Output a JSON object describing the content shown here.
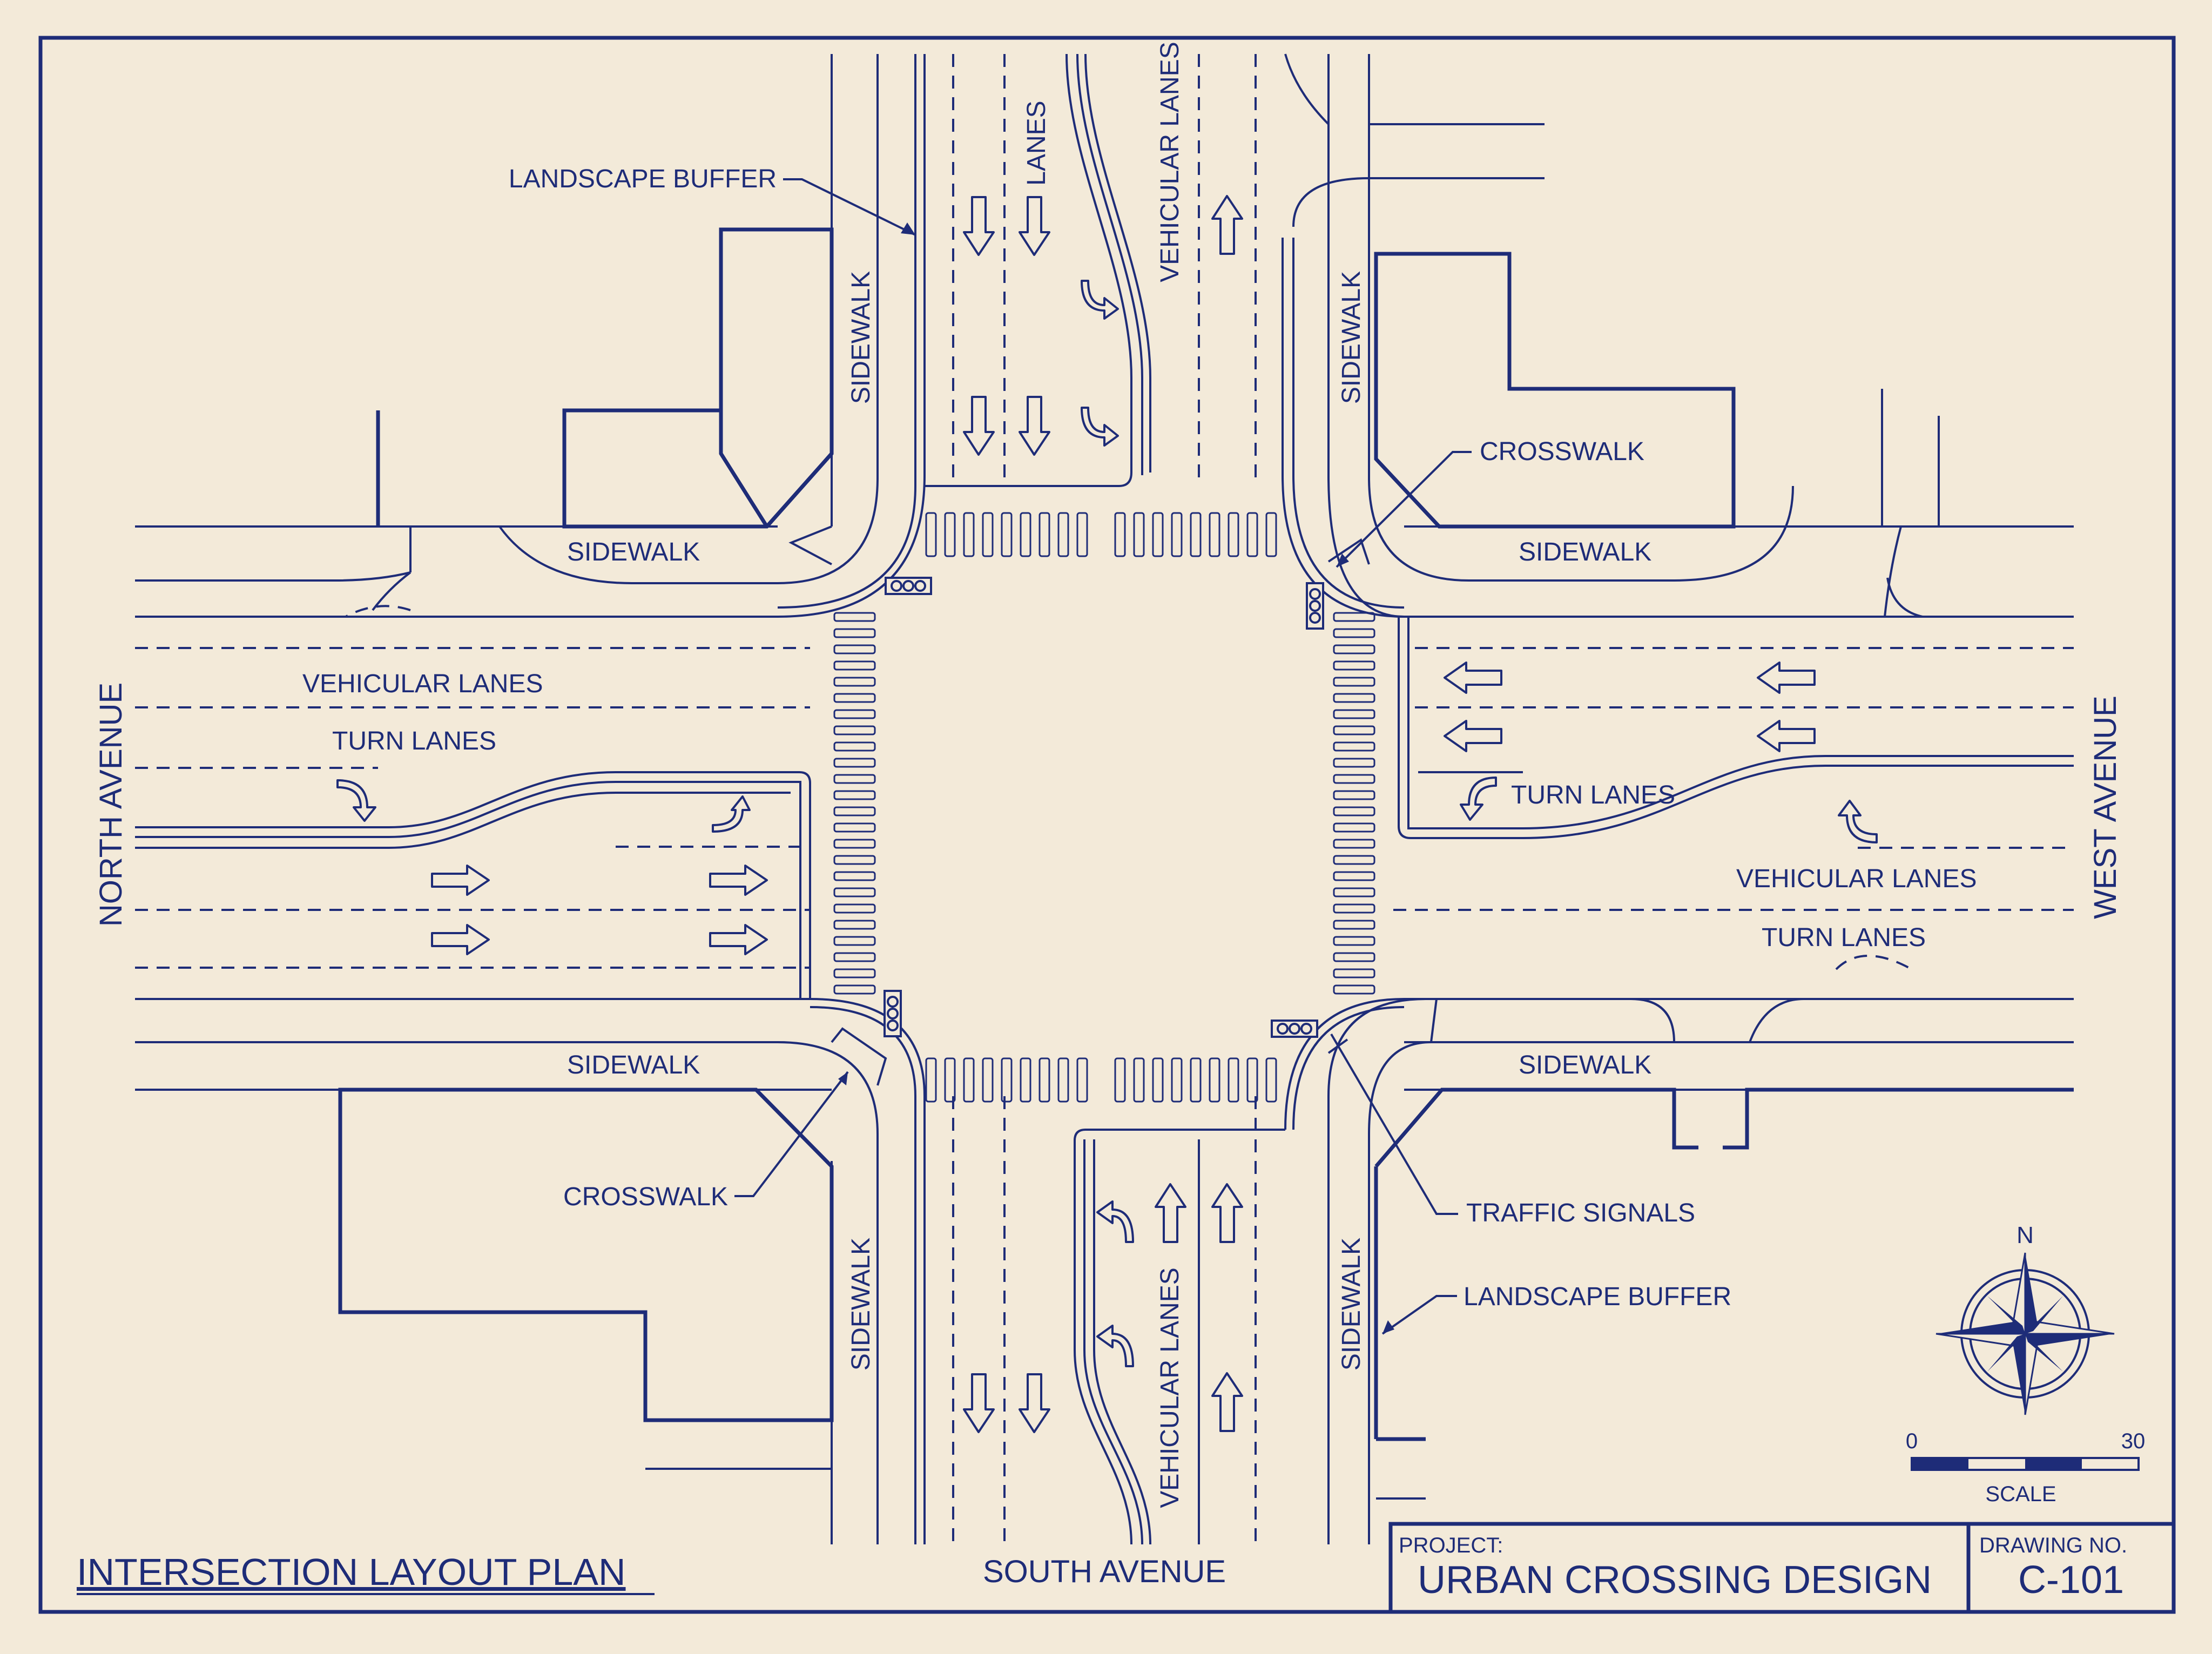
{
  "title": "INTERSECTION LAYOUT PLAN",
  "streets": {
    "north": "NORTH AVENUE",
    "west": "WEST AVENUE",
    "south": "SOUTH AVENUE"
  },
  "labels": {
    "landscape_buffer": "LANDSCAPE BUFFER",
    "lanes": "LANES",
    "vehicular_lanes": "VEHICULAR LANES",
    "sidewalk": "SIDEWALK",
    "crosswalk": "CROSSWALK",
    "turn_lanes": "TURN LANES",
    "traffic_signals": "TRAFFIC SIGNALS"
  },
  "compass": {
    "north": "N"
  },
  "scale": {
    "min": "0",
    "max": "30",
    "label": "SCALE"
  },
  "title_block": {
    "project_label": "PROJECT:",
    "project_name": "URBAN CROSSING DESIGN",
    "drawing_label": "DRAWING NO.",
    "drawing_no": "C-101"
  },
  "colors": {
    "ink": "#1e2c78",
    "paper": "#f3ead9"
  }
}
